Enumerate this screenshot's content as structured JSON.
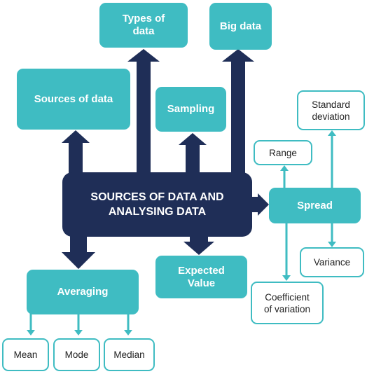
{
  "center": {
    "label": "SOURCES OF DATA AND\nANALYSING DATA"
  },
  "nodes": {
    "types_of_data": "Types of\ndata",
    "big_data": "Big data",
    "sources_of_data": "Sources of data",
    "sampling": "Sampling",
    "spread": "Spread",
    "averaging": "Averaging",
    "expected_value": "Expected\nValue"
  },
  "spread_items": {
    "range": "Range",
    "standard_deviation": "Standard\ndeviation",
    "variance": "Variance",
    "coefficient_of_variation": "Coefficient\nof variation"
  },
  "averaging_items": {
    "mean": "Mean",
    "mode": "Mode",
    "median": "Median"
  },
  "colors": {
    "navy": "#1f2e57",
    "teal": "#3fbcc2",
    "outline_text": "#222222"
  }
}
